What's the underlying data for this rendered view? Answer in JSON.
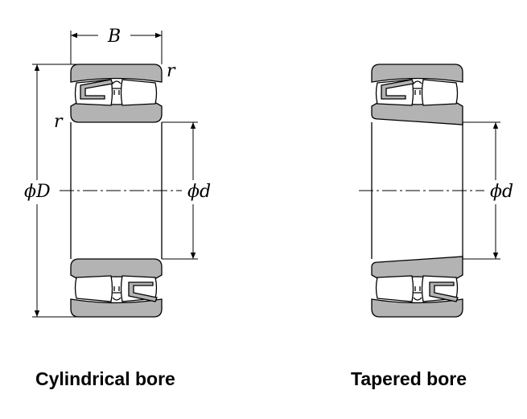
{
  "labels": {
    "width": "B",
    "chamfer": "r",
    "outer_diameter": "ϕD",
    "bore_diameter": "ϕd"
  },
  "captions": {
    "cylindrical": "Cylindrical bore",
    "tapered": "Tapered bore"
  },
  "colors": {
    "ring_fill": "#b3b3b3",
    "roller_fill": "#ffffff",
    "line": "#000000"
  }
}
